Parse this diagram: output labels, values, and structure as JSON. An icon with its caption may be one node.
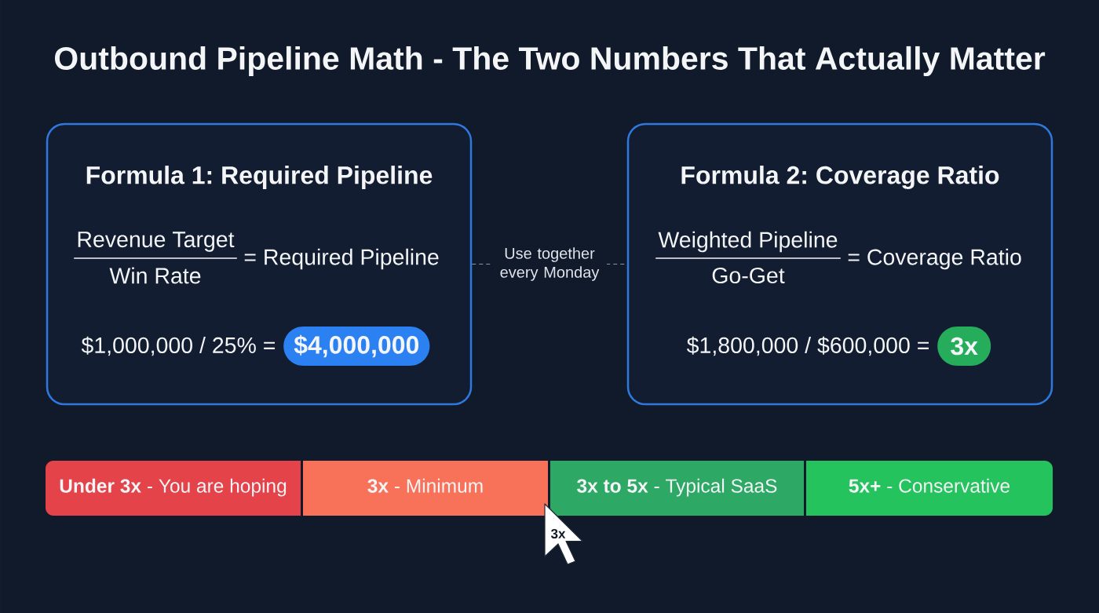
{
  "diagram": {
    "title": "Outbound Pipeline Math - The Two Numbers That Actually Matter",
    "nodes": [
      {
        "text": [
          "Formula 1: Required Pipeline",
          "Revenue Target",
          "Win Rate",
          "= Required Pipeline",
          "$1,000,000 / 25% ="
        ]
      },
      {
        "text": [
          "$4,000,000"
        ],
        "in": 0
      },
      {
        "text": [
          "Formula 2: Coverage Ratio",
          "Weighted Pipeline",
          "Go-Get",
          "= Coverage Ratio",
          "$1,800,000 / $600,000 ="
        ]
      },
      {
        "text": [
          "3x"
        ],
        "in": 2
      },
      {
        "text": [
          "**Under 3x** - You are hoping"
        ]
      },
      {
        "text": [
          "**3x** - Minimum"
        ]
      },
      {
        "text": [
          "**3x to 5x** - Typical SaaS"
        ]
      },
      {
        "text": [
          "**5x+** - Conservative"
        ]
      },
      {
        "text": [
          "3x"
        ]
      }
    ],
    "edges": [
      {
        "from": 0,
        "to": 2,
        "arrow": "none",
        "style": "dashed",
        "label": "Use together every Monday"
      }
    ]
  }
}
